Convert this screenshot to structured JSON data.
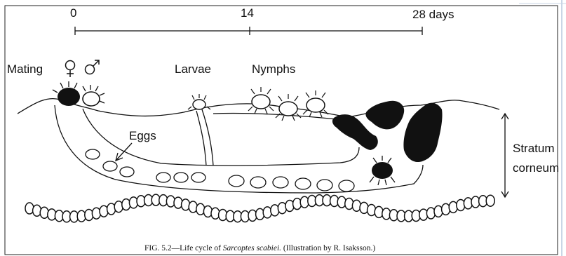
{
  "timeline": {
    "start_label": "0",
    "mid_label": "14",
    "end_label": "28 days"
  },
  "labels": {
    "mating": "Mating",
    "larvae": "Larvae",
    "nymphs": "Nymphs",
    "eggs": "Eggs",
    "stratum_line1": "Stratum",
    "stratum_line2": "corneum"
  },
  "caption": {
    "prefix": "FIG. 5.2—Life cycle of ",
    "species": "Sarcoptes scabiei.",
    "credit": " (Illustration by R. Isaksson.)"
  },
  "icons": [
    "female-symbol-icon",
    "male-symbol-icon",
    "mite-icon",
    "egg-icon"
  ],
  "colors": {
    "ink": "#111111",
    "paper": "#ffffff",
    "edge": "#c9d6e6"
  }
}
